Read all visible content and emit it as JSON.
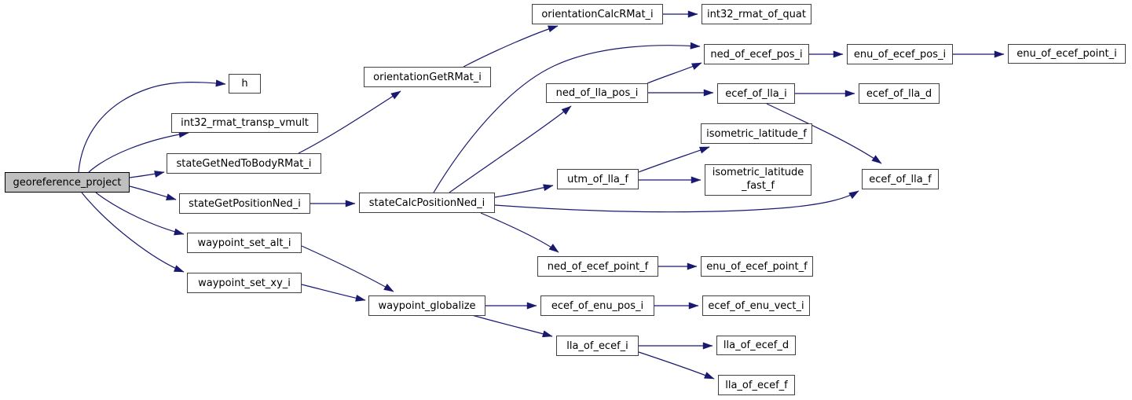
{
  "colors": {
    "edge": "#191970",
    "node_border": "#404040",
    "node_fill": "#ffffff",
    "highlight_fill": "#bfbfbf",
    "highlight_border": "#000000",
    "text": "#000000",
    "background": "#ffffff"
  },
  "graph": {
    "type": "call-graph",
    "nodes": [
      {
        "id": "georeference_project",
        "label": "georeference_project",
        "highlighted": true
      },
      {
        "id": "h",
        "label": "h"
      },
      {
        "id": "int32_rmat_transp_vmult",
        "label": "int32_rmat_transp_vmult"
      },
      {
        "id": "stateGetNedToBodyRMat_i",
        "label": "stateGetNedToBodyRMat_i"
      },
      {
        "id": "stateGetPositionNed_i",
        "label": "stateGetPositionNed_i"
      },
      {
        "id": "waypoint_set_alt_i",
        "label": "waypoint_set_alt_i"
      },
      {
        "id": "waypoint_set_xy_i",
        "label": "waypoint_set_xy_i"
      },
      {
        "id": "orientationGetRMat_i",
        "label": "orientationGetRMat_i"
      },
      {
        "id": "stateCalcPositionNed_i",
        "label": "stateCalcPositionNed_i"
      },
      {
        "id": "waypoint_globalize",
        "label": "waypoint_globalize"
      },
      {
        "id": "orientationCalcRMat_i",
        "label": "orientationCalcRMat_i"
      },
      {
        "id": "ned_of_lla_pos_i",
        "label": "ned_of_lla_pos_i"
      },
      {
        "id": "utm_of_lla_f",
        "label": "utm_of_lla_f"
      },
      {
        "id": "ned_of_ecef_point_f",
        "label": "ned_of_ecef_point_f"
      },
      {
        "id": "ecef_of_enu_pos_i",
        "label": "ecef_of_enu_pos_i"
      },
      {
        "id": "lla_of_ecef_i",
        "label": "lla_of_ecef_i"
      },
      {
        "id": "int32_rmat_of_quat",
        "label": "int32_rmat_of_quat"
      },
      {
        "id": "ned_of_ecef_pos_i",
        "label": "ned_of_ecef_pos_i"
      },
      {
        "id": "ecef_of_lla_i",
        "label": "ecef_of_lla_i"
      },
      {
        "id": "isometric_latitude_f",
        "label": "isometric_latitude_f"
      },
      {
        "id": "isometric_latitude_fast_f",
        "label": "isometric_latitude_fast_f",
        "lines": [
          "isometric_latitude",
          "_fast_f"
        ]
      },
      {
        "id": "ecef_of_lla_f",
        "label": "ecef_of_lla_f"
      },
      {
        "id": "enu_of_ecef_point_f",
        "label": "enu_of_ecef_point_f"
      },
      {
        "id": "ecef_of_enu_vect_i",
        "label": "ecef_of_enu_vect_i"
      },
      {
        "id": "lla_of_ecef_d",
        "label": "lla_of_ecef_d"
      },
      {
        "id": "lla_of_ecef_f",
        "label": "lla_of_ecef_f"
      },
      {
        "id": "enu_of_ecef_pos_i",
        "label": "enu_of_ecef_pos_i"
      },
      {
        "id": "enu_of_ecef_point_i",
        "label": "enu_of_ecef_point_i"
      },
      {
        "id": "ecef_of_lla_d",
        "label": "ecef_of_lla_d"
      }
    ],
    "edges": [
      {
        "from": "georeference_project",
        "to": "h"
      },
      {
        "from": "georeference_project",
        "to": "int32_rmat_transp_vmult"
      },
      {
        "from": "georeference_project",
        "to": "stateGetNedToBodyRMat_i"
      },
      {
        "from": "georeference_project",
        "to": "stateGetPositionNed_i"
      },
      {
        "from": "georeference_project",
        "to": "waypoint_set_alt_i"
      },
      {
        "from": "georeference_project",
        "to": "waypoint_set_xy_i"
      },
      {
        "from": "stateGetNedToBodyRMat_i",
        "to": "orientationGetRMat_i"
      },
      {
        "from": "orientationGetRMat_i",
        "to": "orientationCalcRMat_i"
      },
      {
        "from": "orientationCalcRMat_i",
        "to": "int32_rmat_of_quat"
      },
      {
        "from": "stateGetPositionNed_i",
        "to": "stateCalcPositionNed_i"
      },
      {
        "from": "stateCalcPositionNed_i",
        "to": "ned_of_lla_pos_i"
      },
      {
        "from": "stateCalcPositionNed_i",
        "to": "ned_of_ecef_pos_i"
      },
      {
        "from": "stateCalcPositionNed_i",
        "to": "utm_of_lla_f"
      },
      {
        "from": "stateCalcPositionNed_i",
        "to": "ecef_of_lla_f"
      },
      {
        "from": "stateCalcPositionNed_i",
        "to": "ned_of_ecef_point_f"
      },
      {
        "from": "ned_of_lla_pos_i",
        "to": "ned_of_ecef_pos_i"
      },
      {
        "from": "ned_of_lla_pos_i",
        "to": "ecef_of_lla_i"
      },
      {
        "from": "ned_of_ecef_pos_i",
        "to": "enu_of_ecef_pos_i"
      },
      {
        "from": "enu_of_ecef_pos_i",
        "to": "enu_of_ecef_point_i"
      },
      {
        "from": "ecef_of_lla_i",
        "to": "ecef_of_lla_d"
      },
      {
        "from": "ecef_of_lla_i",
        "to": "ecef_of_lla_f"
      },
      {
        "from": "utm_of_lla_f",
        "to": "isometric_latitude_f"
      },
      {
        "from": "utm_of_lla_f",
        "to": "isometric_latitude_fast_f"
      },
      {
        "from": "ned_of_ecef_point_f",
        "to": "enu_of_ecef_point_f"
      },
      {
        "from": "waypoint_set_alt_i",
        "to": "waypoint_globalize"
      },
      {
        "from": "waypoint_set_xy_i",
        "to": "waypoint_globalize"
      },
      {
        "from": "waypoint_globalize",
        "to": "ecef_of_enu_pos_i"
      },
      {
        "from": "waypoint_globalize",
        "to": "lla_of_ecef_i"
      },
      {
        "from": "ecef_of_enu_pos_i",
        "to": "ecef_of_enu_vect_i"
      },
      {
        "from": "lla_of_ecef_i",
        "to": "lla_of_ecef_d"
      },
      {
        "from": "lla_of_ecef_i",
        "to": "lla_of_ecef_f"
      }
    ]
  }
}
